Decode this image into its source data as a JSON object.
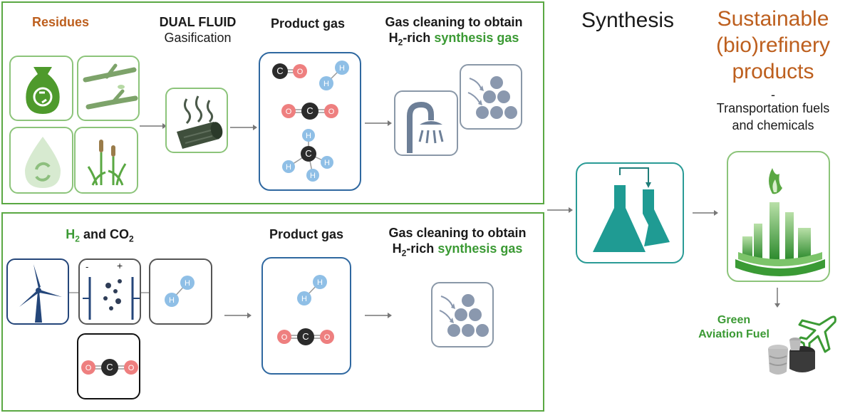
{
  "top_panel": {
    "residues_label": "Residues",
    "dual_fluid_line1": "DUAL FLUID",
    "dual_fluid_line2": "Gasification",
    "product_gas_label": "Product gas",
    "gas_cleaning_line1": "Gas cleaning to obtain",
    "gas_cleaning_h": "H",
    "gas_cleaning_sub": "2",
    "gas_cleaning_rich": "-rich ",
    "gas_cleaning_syngas": "synthesis gas"
  },
  "bottom_panel": {
    "h2_h": "H",
    "h2_sub": "2",
    "and_co": " and CO",
    "co2_sub": "2",
    "product_gas_label": "Product gas",
    "gas_cleaning_line1": "Gas cleaning to obtain",
    "gas_cleaning_h": "H",
    "gas_cleaning_sub": "2",
    "gas_cleaning_rich": "-rich ",
    "gas_cleaning_syngas": "synthesis gas",
    "electrolyzer_minus": "-",
    "electrolyzer_plus": "+"
  },
  "synthesis_label": "Synthesis",
  "products": {
    "line1": "Sustainable",
    "line2": "(bio)refinery",
    "line3": "products",
    "dash": "-",
    "desc_line1": "Transportation fuels",
    "desc_line2": "and chemicals"
  },
  "aviation": {
    "line1": "Green",
    "line2": "Aviation Fuel"
  },
  "atoms": {
    "c": "C",
    "o": "O",
    "h": "H"
  },
  "colors": {
    "panel_border": "#5aa843",
    "orange": "#bd5f1e",
    "green_text": "#3b9a34",
    "teal": "#1f9b93",
    "carbon": "#2b2b2b",
    "oxygen": "#ee7f7f",
    "hydrogen": "#8fbfe6",
    "wind_blue": "#24467a",
    "solids_gray": "#8a98ae"
  },
  "icons": [
    "waste-bag-icon",
    "branches-icon",
    "water-drop-recycle-icon",
    "reed-plants-icon",
    "burning-log-icon",
    "shower-icon",
    "solids-pile-icon",
    "wind-turbine-icon",
    "electrolyzer-icon",
    "flasks-icon",
    "refinery-icon",
    "airplane-icon",
    "fuel-barrels-icon"
  ]
}
